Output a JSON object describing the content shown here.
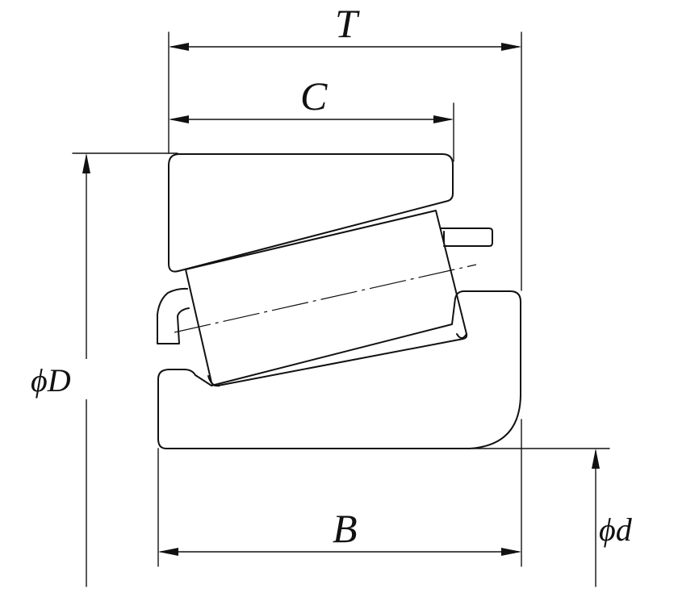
{
  "labels": {
    "T": "T",
    "C": "C",
    "B": "B",
    "D": "ϕD",
    "d": "ϕd"
  },
  "colors": {
    "line": "#111111",
    "background": "#ffffff"
  }
}
